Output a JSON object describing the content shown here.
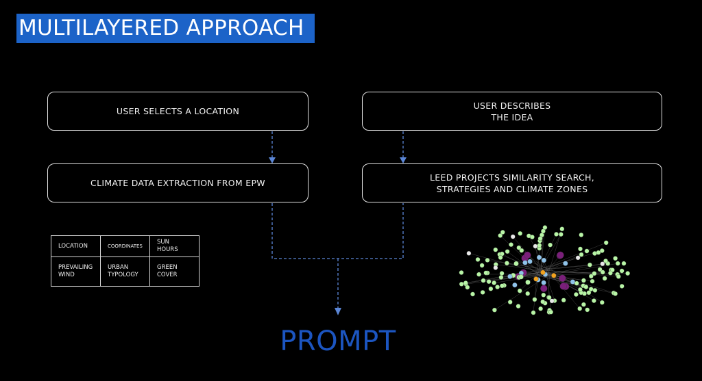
{
  "title": "MULTILAYERED APPROACH",
  "boxes": {
    "select_location": "USER SELECTS A LOCATION",
    "describe_idea": "USER DESCRIBES\nTHE IDEA",
    "climate_extraction": "CLIMATE DATA EXTRACTION FROM EPW",
    "leed_search": "LEED PROJECTS SIMILARITY SEARCH,\nSTRATEGIES AND CLIMATE ZONES"
  },
  "table": {
    "row1": [
      "LOCATION",
      "COORDINATES",
      "SUN HOURS"
    ],
    "row2": [
      "PREVAILING\nWIND",
      "URBAN\nTYPOLOGY",
      "GREEN\nCOVER"
    ]
  },
  "prompt": "PROMPT",
  "colors": {
    "title_bg": "#1c63c8",
    "prompt": "#1c55c0",
    "arrow": "#5b86d6",
    "node_green": "#b8f5a6",
    "node_purple": "#7a1f7a",
    "node_blue": "#8fc3ea",
    "node_orange": "#f2a21e"
  }
}
